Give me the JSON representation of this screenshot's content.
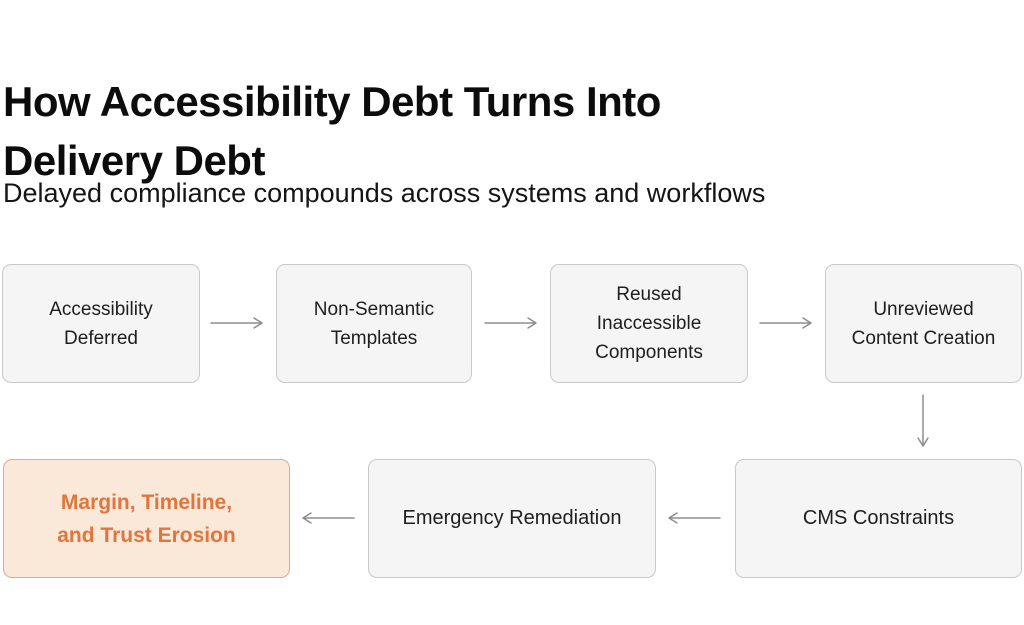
{
  "header": {
    "title_line1": "How Accessibility Debt Turns Into",
    "title_line2": "Delivery Debt",
    "subtitle": "Delayed compliance compounds across systems and workflows"
  },
  "flowchart": {
    "top_row": [
      {
        "id": "accessibility-deferred",
        "label": "Accessibility Deferred"
      },
      {
        "id": "non-semantic-templates",
        "label": "Non-Semantic Templates"
      },
      {
        "id": "reused-inaccessible-components",
        "label": "Reused Inaccessible Components"
      },
      {
        "id": "unreviewed-content-creation",
        "label": "Unreviewed Content Creation"
      }
    ],
    "bottom_row": [
      {
        "id": "margin-timeline-trust-erosion",
        "label": "Margin, Timeline, and Trust Erosion",
        "highlighted": true
      },
      {
        "id": "emergency-remediation",
        "label": "Emergency Remediation",
        "highlighted": false
      },
      {
        "id": "cms-constraints",
        "label": "CMS Constraints",
        "highlighted": false
      }
    ]
  },
  "colors": {
    "accent-orange": "#e2743c",
    "highlight-bg": "#fae8d9",
    "highlight-border": "#d9ad8b",
    "box-bg": "#f5f5f6",
    "box-border": "#c9c9c9",
    "arrow-gray": "#8d8d8d"
  }
}
